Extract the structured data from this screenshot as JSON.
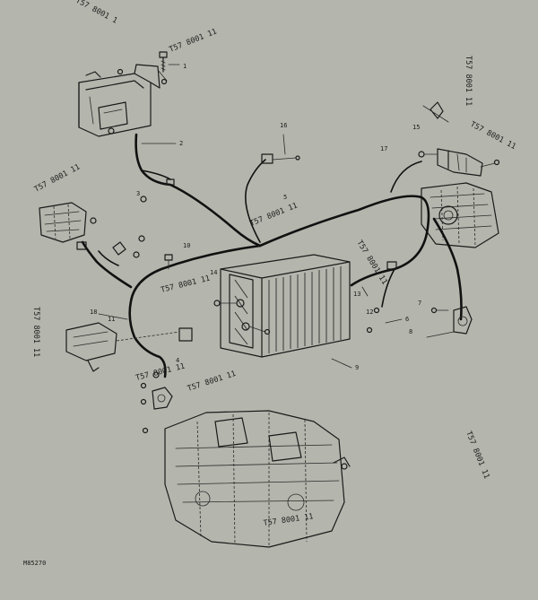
{
  "references": {
    "top_left": "T57 8001 1",
    "top_bolt": "T57 8001 11",
    "right_upper": "T57 8001 11",
    "right_side_vertical": "T57 8001 11",
    "left_mid": "T57 8001 11",
    "left_lower_vertical": "T57 8001 11",
    "harness_upper": "T57 8001 11",
    "harness_right": "T57 8001 11",
    "center_left": "T57 8001 11",
    "under_battery": "T57 8001 11",
    "lower_left": "T57 8001 11",
    "bottom": "T57 8001 11",
    "bottom_right_vertical": "T57 8001 11"
  },
  "callouts": {
    "c1": "1",
    "c2": "2",
    "c3": "3",
    "c4": "4",
    "c5": "5",
    "c6": "6",
    "c7": "7",
    "c8": "8",
    "c9": "9",
    "c10": "10",
    "c11": "11",
    "c12": "12",
    "c13": "13",
    "c14": "14",
    "c15": "15",
    "c16": "16",
    "c17": "17",
    "c18": "18"
  },
  "figure_code": "M85270"
}
